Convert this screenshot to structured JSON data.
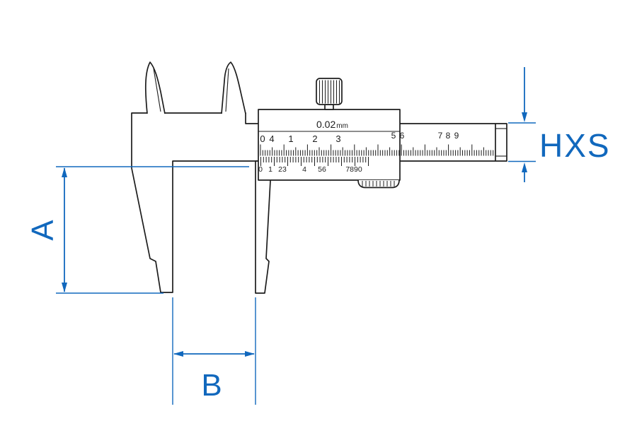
{
  "page": {
    "background": "#ffffff"
  },
  "colors": {
    "line": "#1c1c1c",
    "annotation": "#1168bd"
  },
  "caliper": {
    "precision_value": "0.02",
    "precision_unit": "mm",
    "main_scale_numbers": [
      "0",
      "4",
      "1",
      "2",
      "3",
      "5",
      "6",
      "7",
      "8",
      "9"
    ],
    "vernier_scale_numbers": [
      "0",
      "1",
      "23",
      "4",
      "56",
      "7890"
    ]
  },
  "dimensions": {
    "a_label": "A",
    "b_label": "B",
    "right_label": "HXS"
  }
}
